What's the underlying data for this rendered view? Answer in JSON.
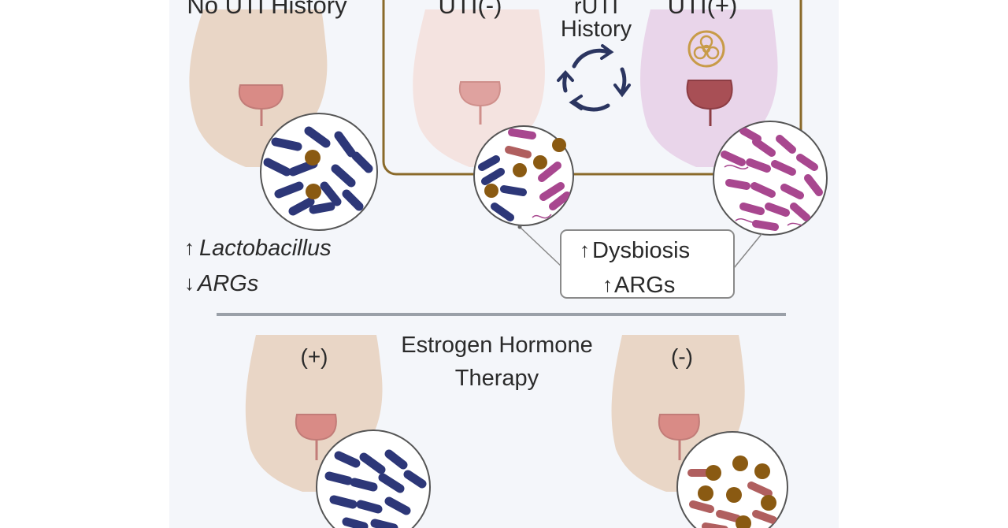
{
  "groups": {
    "no_uti": "No UTI History",
    "uti_neg": "UTI(-)",
    "uti_pos": "UTI(+)",
    "ruti": {
      "line1": "rUTI",
      "line2": "History"
    }
  },
  "markers": {
    "up_arrow": "↑",
    "down_arrow": "↓"
  },
  "left_findings": {
    "lactobacillus": "Lactobacillus",
    "args": "ARGs"
  },
  "right_findings": {
    "dysbiosis": "Dysbiosis",
    "args": "ARGs"
  },
  "therapy": {
    "line1": "Estrogen Hormone",
    "line2": "Therapy",
    "positive": "(+)",
    "negative": "(-)"
  },
  "colors": {
    "panel_background": "#f4f6fa",
    "skin": "#e9d6c6",
    "skin_faded": "#f4e3e0",
    "skin_infected": "#e9d5ea",
    "bladder": "#d98b86",
    "bladder_infected": "#a84f55",
    "rod_lactobacillus": "#2d3778",
    "cocci": "#8a5a12",
    "rod_pathogen": "#a8478f",
    "rod_red": "#b05f5f",
    "ruti_box_border": "#8a6a2a",
    "cycle_arrows": "#2b3560",
    "biohazard": "#c89b48",
    "divider": "#9aa0a8"
  },
  "icons": [
    "biohazard-icon",
    "cycle-arrows-icon"
  ]
}
